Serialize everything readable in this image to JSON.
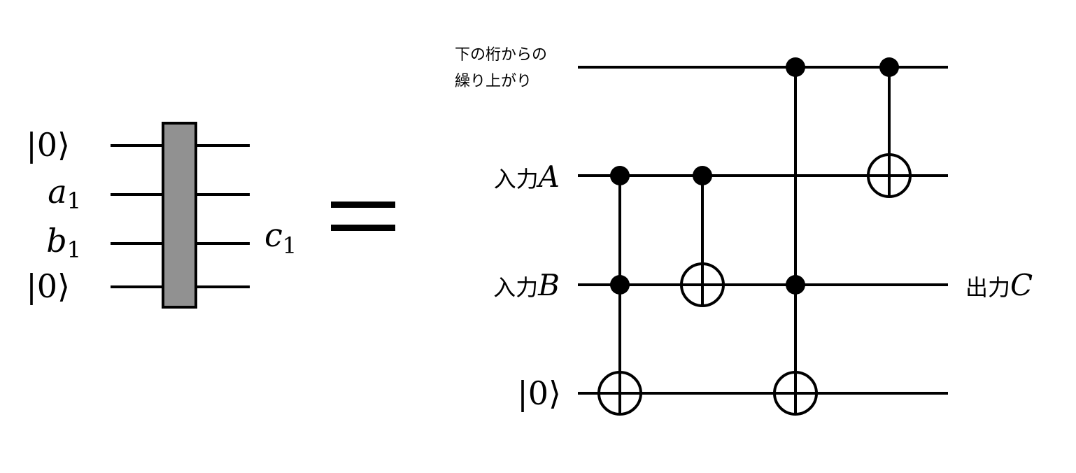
{
  "left_circuit": {
    "inputs": [
      {
        "kind": "ket",
        "text": "|0⟩"
      },
      {
        "kind": "var",
        "text": "a",
        "sub": "1"
      },
      {
        "kind": "var",
        "text": "b",
        "sub": "1"
      },
      {
        "kind": "ket",
        "text": "|0⟩"
      }
    ],
    "output": {
      "text": "c",
      "sub": "1"
    },
    "gate_color": "#919191"
  },
  "equals": "=",
  "right_circuit": {
    "carry_in_line1": "下の桁からの",
    "carry_in_line2": "繰り上がり",
    "input_a_prefix": "入力",
    "input_a_var": "A",
    "input_b_prefix": "入力",
    "input_b_var": "B",
    "ancilla": "|0⟩",
    "output_prefix": "出力",
    "output_var": "C"
  }
}
